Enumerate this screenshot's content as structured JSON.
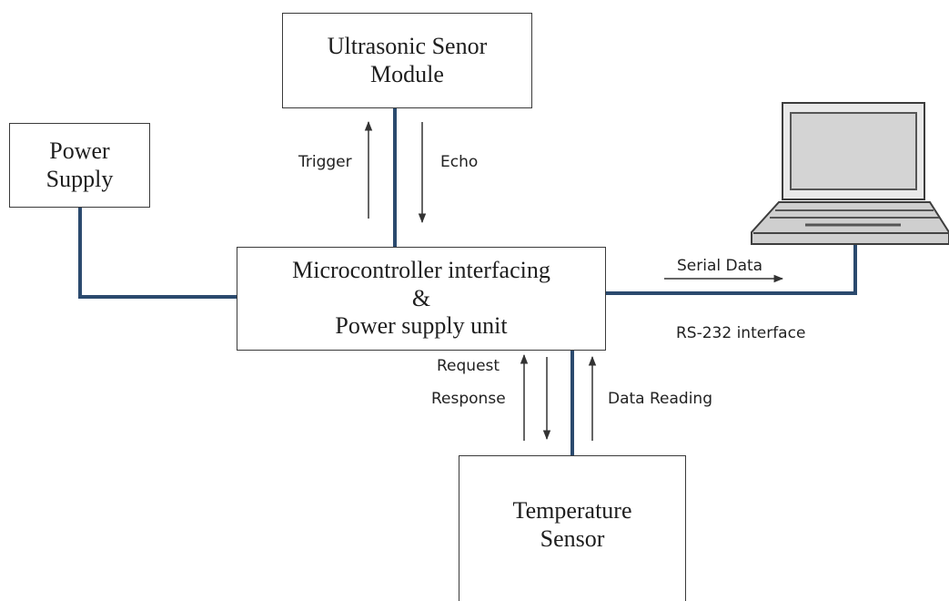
{
  "blocks": {
    "ultrasonic": {
      "line1": "Ultrasonic Senor",
      "line2": "Module"
    },
    "power_supply": {
      "line1": "Power",
      "line2": "Supply"
    },
    "microcontroller": {
      "line1": "Microcontroller interfacing",
      "line2": "&",
      "line3": "Power supply unit"
    },
    "temperature": {
      "line1": "Temperature",
      "line2": "Sensor"
    }
  },
  "signals": {
    "trigger": "Trigger",
    "echo": "Echo",
    "serial_data": "Serial Data",
    "rs232": "RS-232 interface",
    "request": "Request",
    "response": "Response",
    "data_reading": "Data Reading"
  },
  "colors": {
    "connector": "#2b4a6e",
    "box_border": "#3a3a3a",
    "laptop_frame": "#3d3d3d",
    "laptop_screen": "#d4d4d4"
  },
  "icons": {
    "computer": "laptop-icon"
  }
}
